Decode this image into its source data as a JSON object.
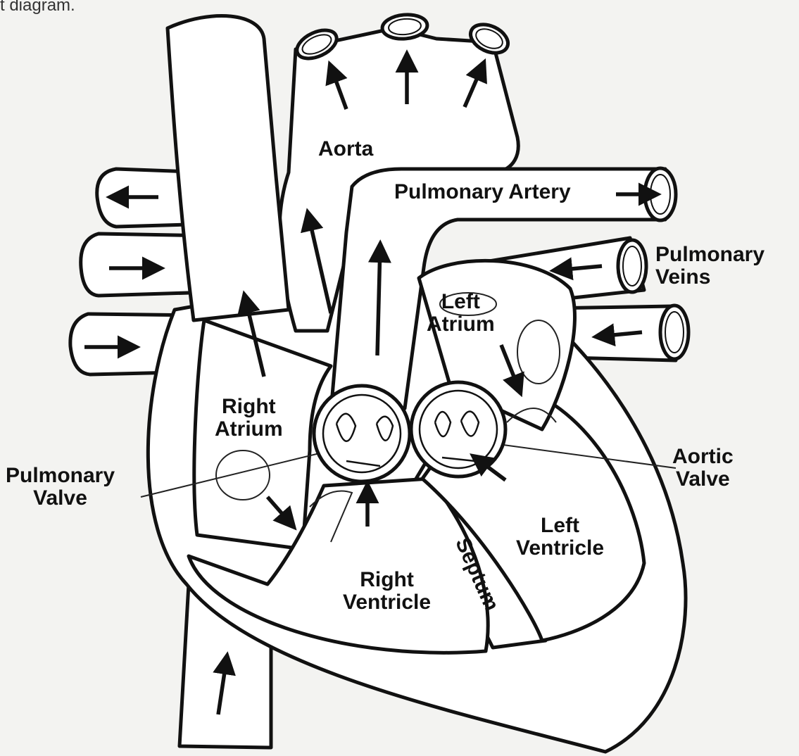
{
  "caption": "t diagram.",
  "labels": {
    "aorta": "Aorta",
    "pulmonary_artery": "Pulmonary Artery",
    "pulmonary_veins": [
      "Pulmonary",
      "Veins"
    ],
    "left_atrium": [
      "Left",
      "Atrium"
    ],
    "right_atrium": [
      "Right",
      "Atrium"
    ],
    "pulmonary_valve": [
      "Pulmonary",
      "Valve"
    ],
    "aortic_valve": [
      "Aortic",
      "Valve"
    ],
    "left_ventricle": [
      "Left",
      "Ventricle"
    ],
    "right_ventricle": [
      "Right",
      "Ventricle"
    ],
    "septum": "Septum"
  },
  "colors": {
    "background": "#f3f3f1",
    "line": "#111111",
    "fill": "#ffffff"
  }
}
